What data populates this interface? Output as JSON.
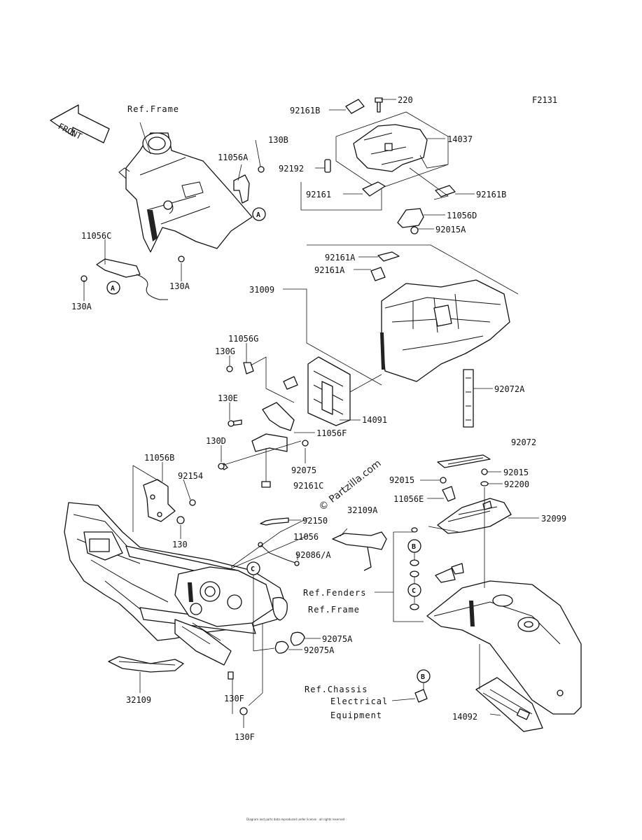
{
  "diagram": {
    "code": "F2131",
    "watermark": "© Partzilla.com",
    "footer": "Diagram and parts data reproduced under license · all rights reserved",
    "front_arrow": "FRONT",
    "refs": {
      "frame": "Ref.Frame",
      "fenders": "Ref.Fenders",
      "frame2": "Ref.Frame",
      "chassis1": "Ref.Chassis",
      "chassis2": "Electrical",
      "chassis3": "Equipment"
    },
    "markers": {
      "a": "A",
      "b": "B",
      "c": "C"
    },
    "parts": {
      "p220": "220",
      "p92161B_1": "92161B",
      "p14037": "14037",
      "p92192": "92192",
      "p92161": "92161",
      "p92161B_2": "92161B",
      "p11056D": "11056D",
      "p92015A": "92015A",
      "p92161A_1": "92161A",
      "p92161A_2": "92161A",
      "p31009": "31009",
      "p130B": "130B",
      "p11056A": "11056A",
      "p11056C": "11056C",
      "p130A_1": "130A",
      "p130A_2": "130A",
      "p11056G": "11056G",
      "p130G": "130G",
      "p130E": "130E",
      "p14091": "14091",
      "p11056F": "11056F",
      "p130D": "130D",
      "p92075": "92075",
      "p92072A": "92072A",
      "p92072": "92072",
      "p11056B": "11056B",
      "p92154": "92154",
      "p130": "130",
      "p92161C": "92161C",
      "p92015_1": "92015",
      "p92015_2": "92015",
      "p92200": "92200",
      "p11056E": "11056E",
      "p32099": "32099",
      "p32109A": "32109A",
      "p92150": "92150",
      "p11056": "11056",
      "p92086A": "92086/A",
      "p92075A_1": "92075A",
      "p92075A_2": "92075A",
      "p32109": "32109",
      "p130F_1": "130F",
      "p130F_2": "130F",
      "p14092": "14092"
    }
  }
}
